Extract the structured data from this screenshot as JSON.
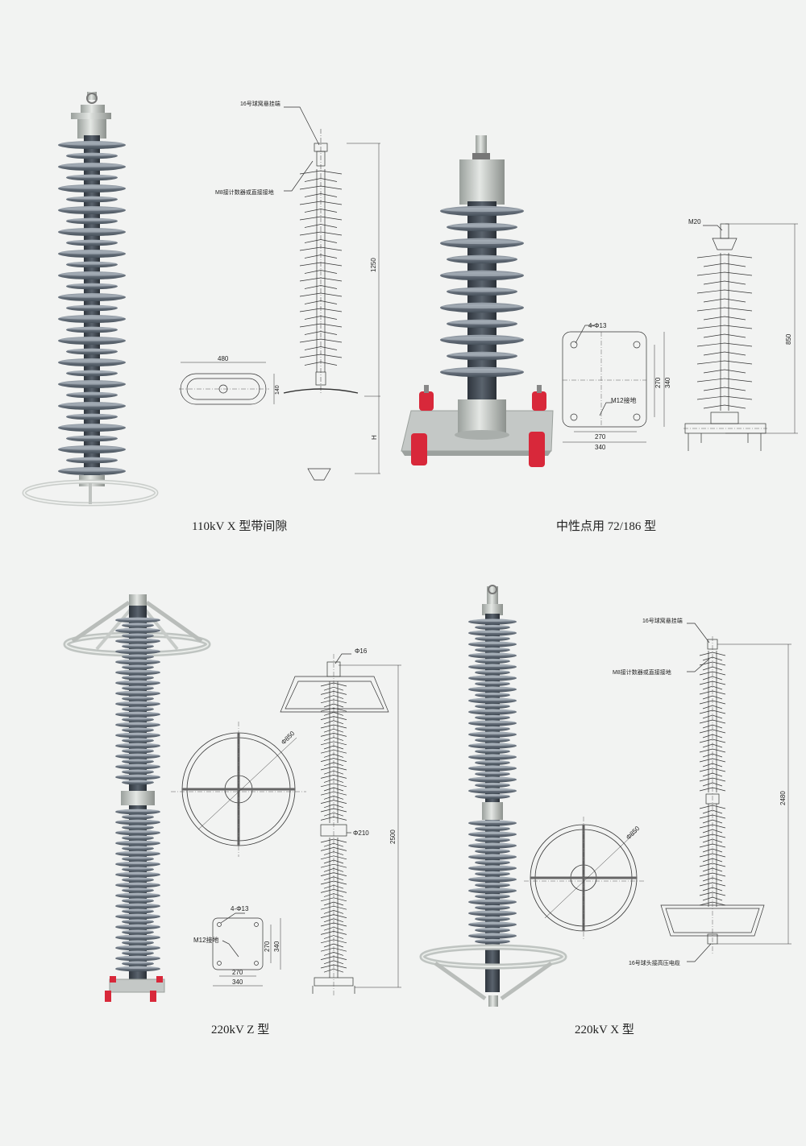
{
  "captions": {
    "p1": "110kV X 型带间隙",
    "p2": "中性点用 72/186 型",
    "p3": "220kV Z 型",
    "p4": "220kV X 型"
  },
  "panel1": {
    "label_top": "16号球窝悬挂端",
    "label_counter": "M8接计数器或直接接地",
    "dim_height": "1250",
    "dim_ring_width": "480",
    "dim_ring_depth": "140",
    "dim_gap": "H"
  },
  "panel2": {
    "label_bolt": "M20",
    "dim_height": "850",
    "label_holes": "4-Φ13",
    "label_ground": "M12接地",
    "dim_inner_w": "270",
    "dim_outer_w": "340",
    "dim_inner_h": "270",
    "dim_outer_h": "340"
  },
  "panel3": {
    "label_top_dia": "Φ16",
    "label_ring_dia": "Φ850",
    "label_mid_dia": "Φ210",
    "dim_height": "2500",
    "label_holes": "4-Φ13",
    "label_ground": "M12接地",
    "dim_inner_w": "270",
    "dim_outer_w": "340",
    "dim_inner_h": "270",
    "dim_outer_h": "340"
  },
  "panel4": {
    "label_top": "16号球窝悬挂端",
    "label_counter": "M8接计数器或直接接地",
    "label_bottom": "16号球头接高压电缆",
    "label_ring_dia": "Φ850",
    "dim_height": "2480"
  },
  "colors": {
    "background": "#f2f3f2",
    "shed": "#5c6672",
    "shed_light": "#8a949e",
    "metal": "#c8ccc8",
    "red_insulator": "#d8283a"
  }
}
